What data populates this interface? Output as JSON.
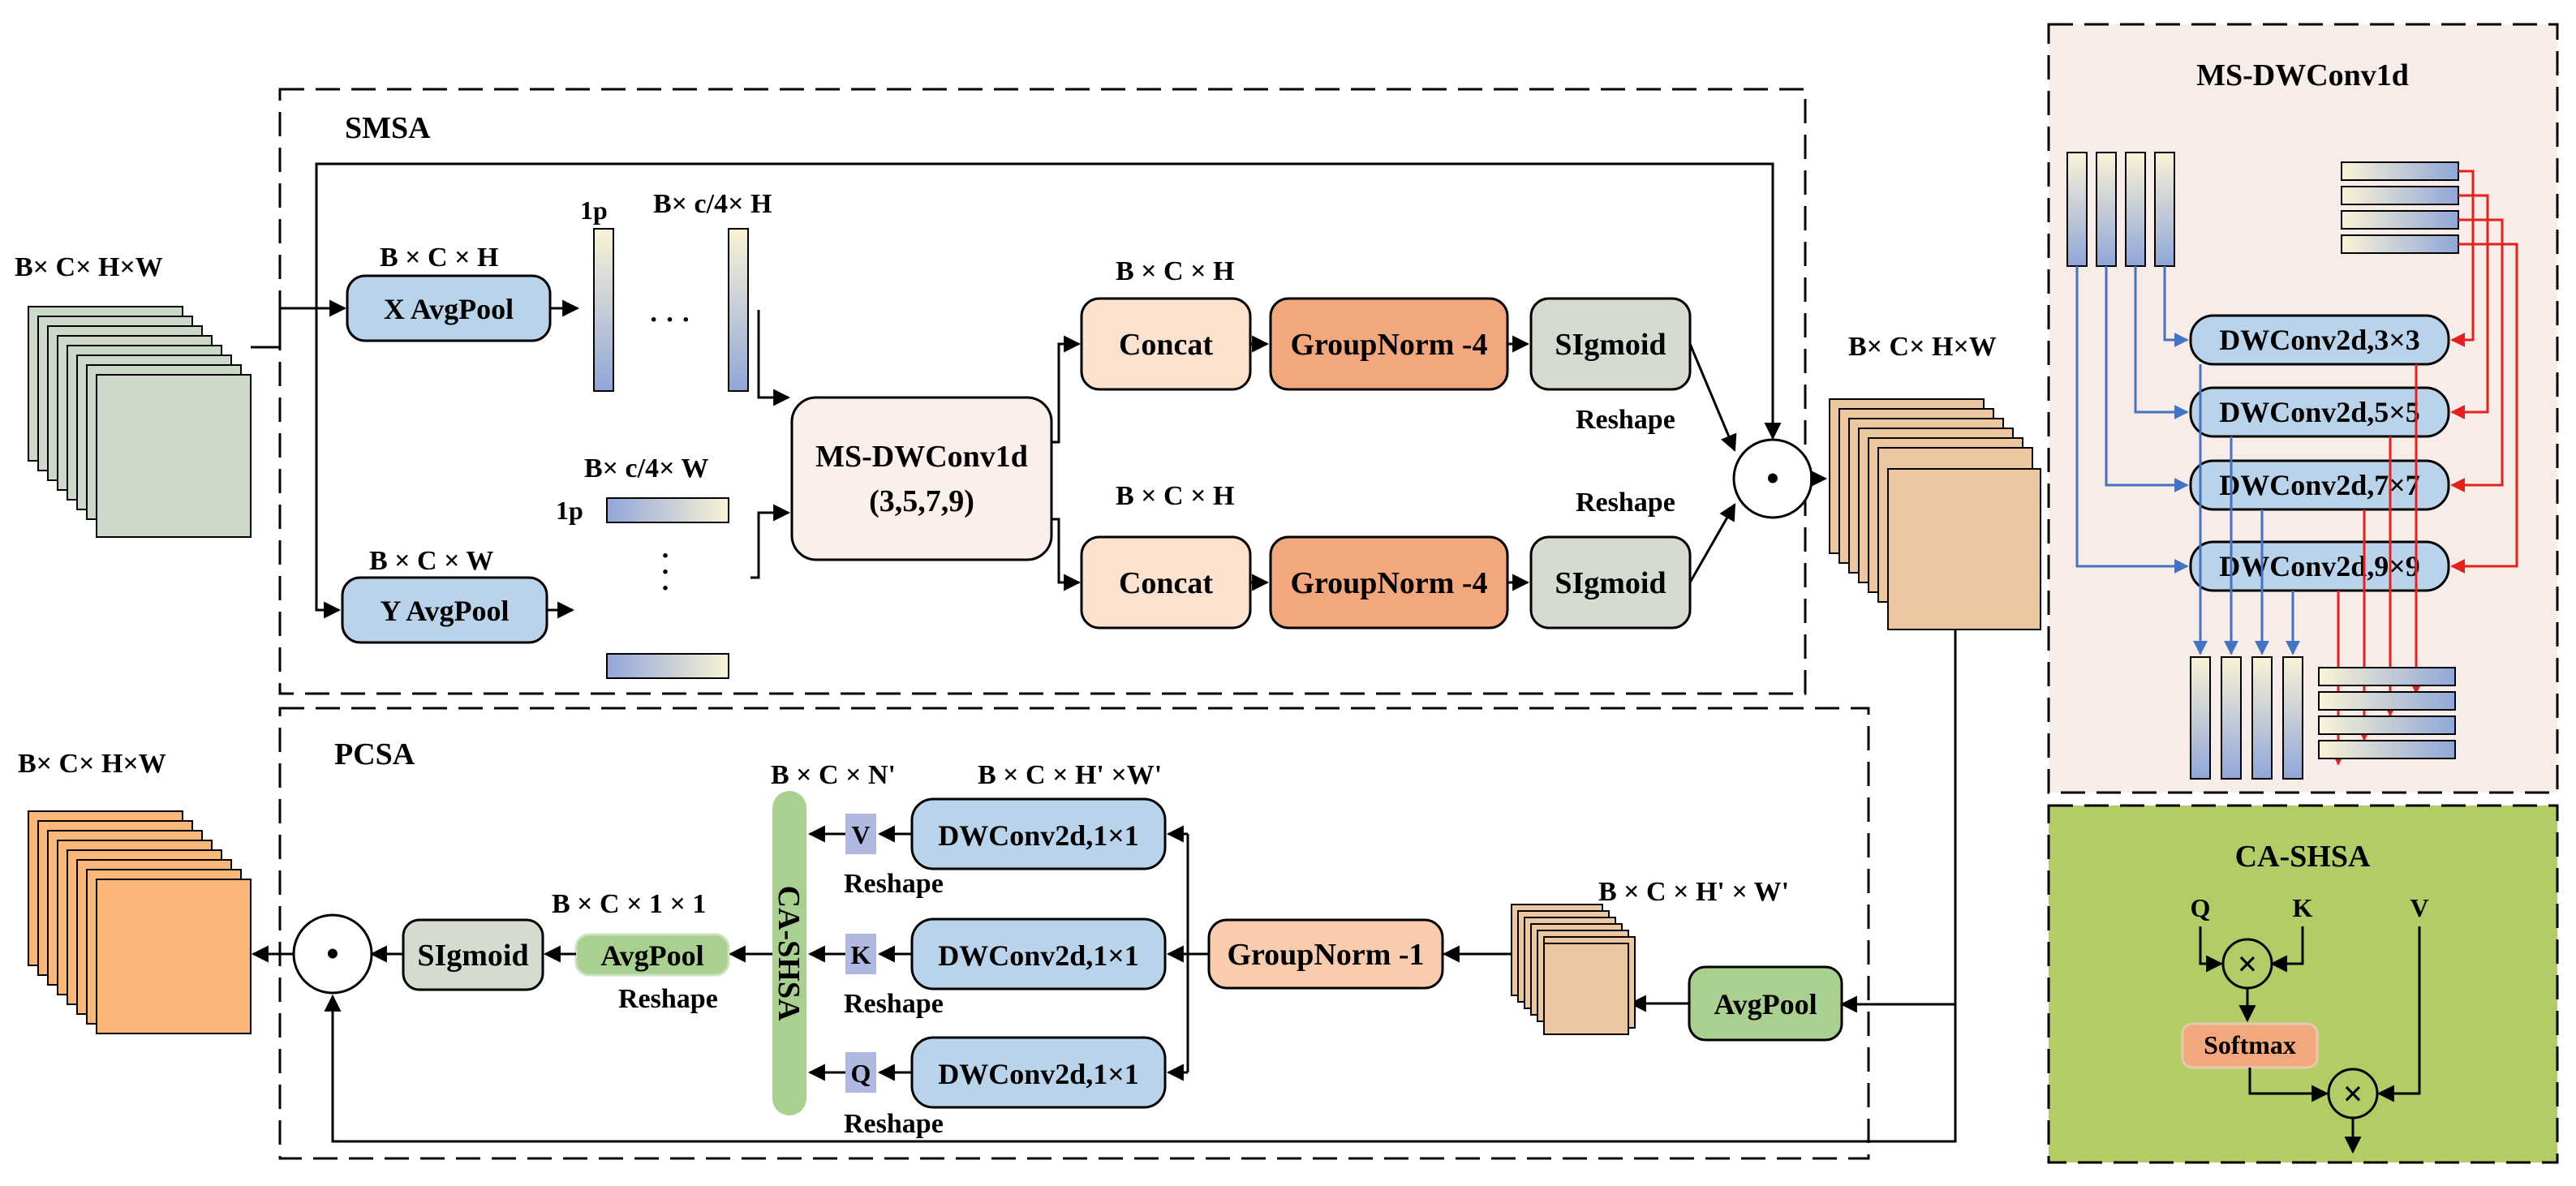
{
  "colors": {
    "input_green": "#cdd9c8",
    "pool_blue": "#b8d3ea",
    "concat_peach": "#fbe2cf",
    "groupnorm_orange": "#f3a77c",
    "sigmoid_gray": "#d3dccf",
    "msdw_pink": "#fbefea",
    "output_tan": "#ecc7a0",
    "pcsa_orange": "#fcb678",
    "gn1_peach": "#f8ccac",
    "avgpool_green": "#a9d08e",
    "qkv_lavender": "#aeb8e0",
    "ms_panel_bg": "#f7ece8",
    "ca_panel_bg": "#b2cc66",
    "blue_arrow": "#4472c4",
    "red_arrow": "#e8201c"
  },
  "smsa": {
    "title": "SMSA",
    "input_label": "B× C× H×W",
    "x_label": "B × C × H",
    "x_pool": "X AvgPool",
    "y_label": "B × C × W",
    "y_pool": "Y AvgPool",
    "strip_1p_top": "1p",
    "strip_h_label": "B× c/4× H",
    "strip_w_label": "B× c/4× W",
    "strip_1p_bottom": "1p",
    "dots_h": "· · ·",
    "dots_v": "·",
    "msdw_line1": "MS-DWConv1d",
    "msdw_line2": "(3,5,7,9)",
    "concat_label_top": "B × C × H",
    "concat_label_bottom": "B × C × H",
    "concat": "Concat",
    "groupnorm": "GroupNorm -4",
    "sigmoid": "SIgmoid",
    "reshape_top": "Reshape",
    "reshape_bottom": "Reshape",
    "output_label": "B× C× H×W",
    "odot": "•"
  },
  "pcsa": {
    "title": "PCSA",
    "output_label": "B× C× H×W",
    "n_label": "B × C × N'",
    "hw_label": "B × C × H' ×W'",
    "dwconv": "DWConv2d,1×1",
    "v": "V",
    "k": "K",
    "q": "Q",
    "reshape": "Reshape",
    "ca_shsa": "CA-SHSA",
    "groupnorm": "GroupNorm -1",
    "input_label": "B × C × H' × W'",
    "avgpool": "AvgPool",
    "c11_label": "B × C × 1 × 1",
    "avgpool_mid": "AvgPool",
    "avgpool_reshape": "Reshape",
    "sigmoid": "SIgmoid",
    "odot": "•"
  },
  "ms_panel": {
    "title": "MS-DWConv1d",
    "conv3": "DWConv2d,3×3",
    "conv5": "DWConv2d,5×5",
    "conv7": "DWConv2d,7×7",
    "conv9": "DWConv2d,9×9"
  },
  "ca_panel": {
    "title": "CA-SHSA",
    "q": "Q",
    "k": "K",
    "v": "V",
    "times1": "×",
    "softmax": "Softmax",
    "times2": "×"
  }
}
